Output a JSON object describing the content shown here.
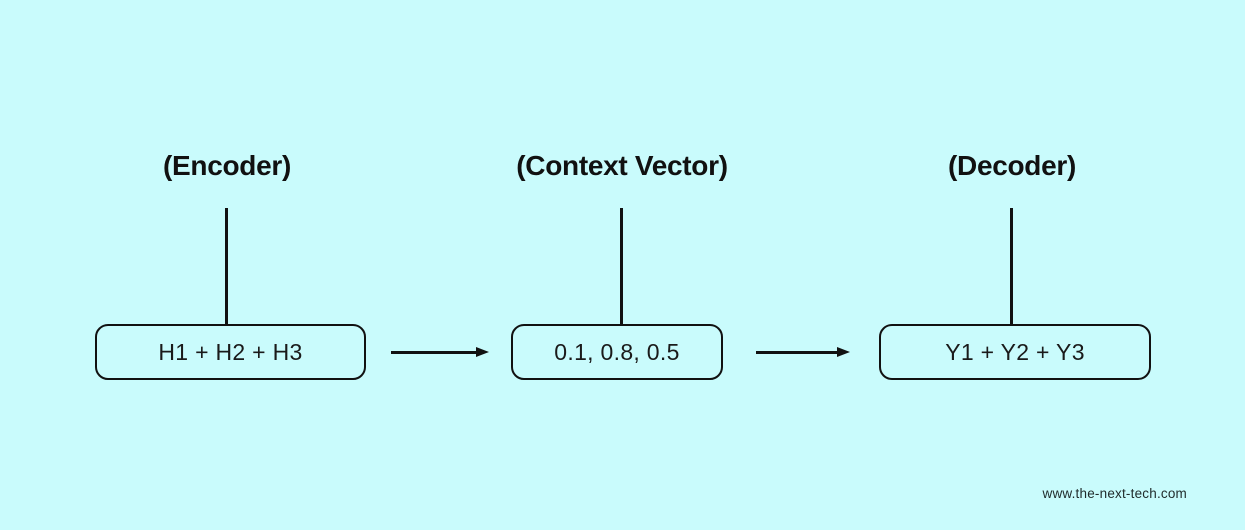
{
  "diagram": {
    "background_color": "#c9fbfc",
    "line_color": "#111111",
    "nodes": [
      {
        "id": "encoder",
        "label": "(Encoder)",
        "box_text": "H1 + H2 + H3"
      },
      {
        "id": "context-vector",
        "label": "(Context Vector)",
        "box_text": "0.1, 0.8, 0.5"
      },
      {
        "id": "decoder",
        "label": "(Decoder)",
        "box_text": "Y1 + Y2 + Y3"
      }
    ],
    "arrows": [
      {
        "from": "encoder",
        "to": "context-vector",
        "direction": "right"
      },
      {
        "from": "context-vector",
        "to": "decoder",
        "direction": "right"
      }
    ],
    "watermark": "www.the-next-tech.com"
  }
}
